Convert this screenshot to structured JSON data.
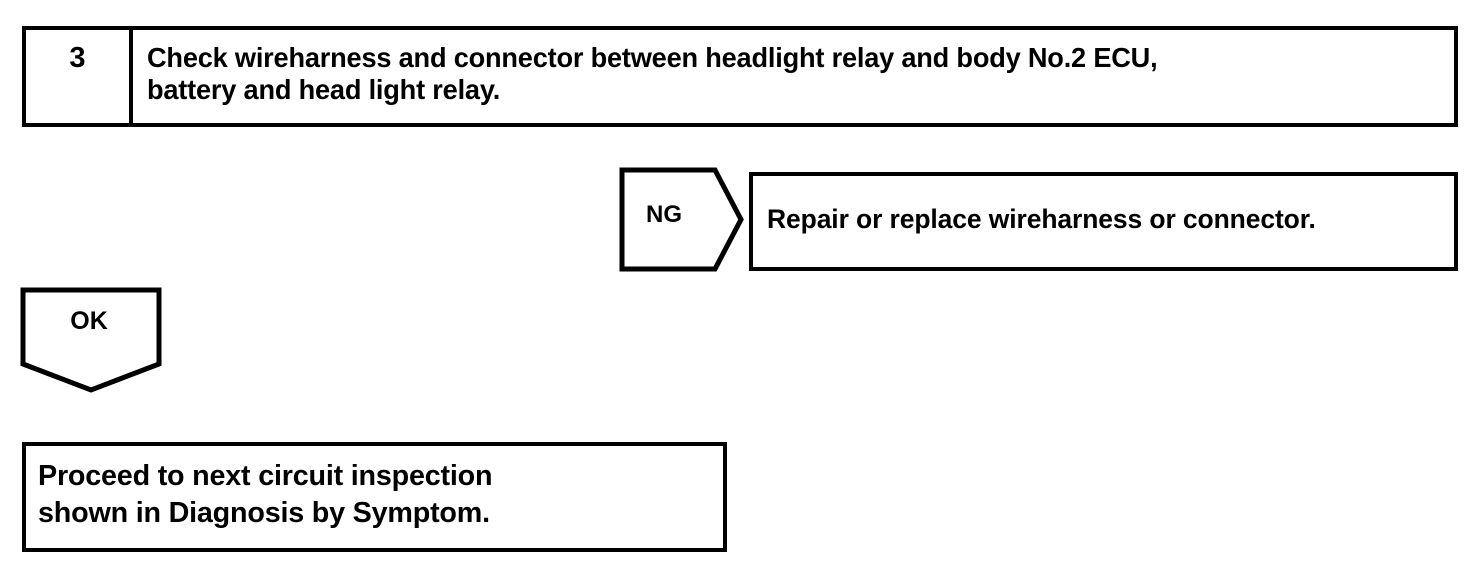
{
  "document": {
    "type": "troubleshooting-flowchart",
    "ink_color": "#000000",
    "background_color": "#ffffff"
  },
  "step": {
    "number": "3",
    "instruction": "Check wireharness and connector between headlight relay and body No.2 ECU,\nbattery and head light relay."
  },
  "ng_branch": {
    "label": "NG",
    "result": "Repair or replace wireharness or connector."
  },
  "ok_branch": {
    "label": "OK",
    "result": "Proceed to next circuit inspection\n shown in Diagnosis by Symptom."
  }
}
